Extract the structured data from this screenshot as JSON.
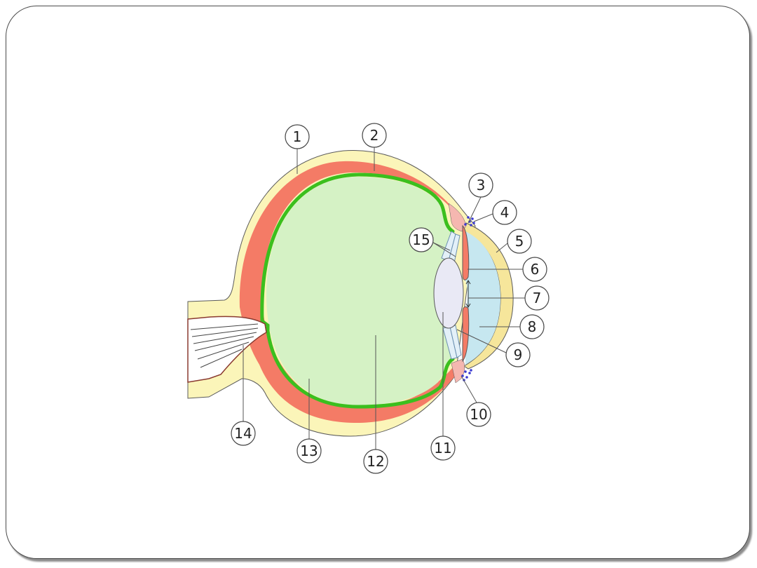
{
  "diagram": {
    "labels": [
      "1",
      "2",
      "3",
      "4",
      "5",
      "6",
      "7",
      "8",
      "9",
      "10",
      "11",
      "12",
      "13",
      "14",
      "15"
    ]
  },
  "colors": {
    "sclera": "#fbf5b9",
    "choroid": "#f47b66",
    "retina": "#3bbf1e",
    "vitreous": "#d5f2c5",
    "aqueous": "#c6e7f0",
    "cornea": "#f6e69b",
    "iris": "#f47b66",
    "ciliary": "#f5b7b0",
    "lens": "#e9e9f5",
    "canal_dots": "#3a3ad0",
    "outline": "#5a5a5a",
    "frame_border": "#4a4a4a"
  },
  "icons": [
    "none"
  ]
}
